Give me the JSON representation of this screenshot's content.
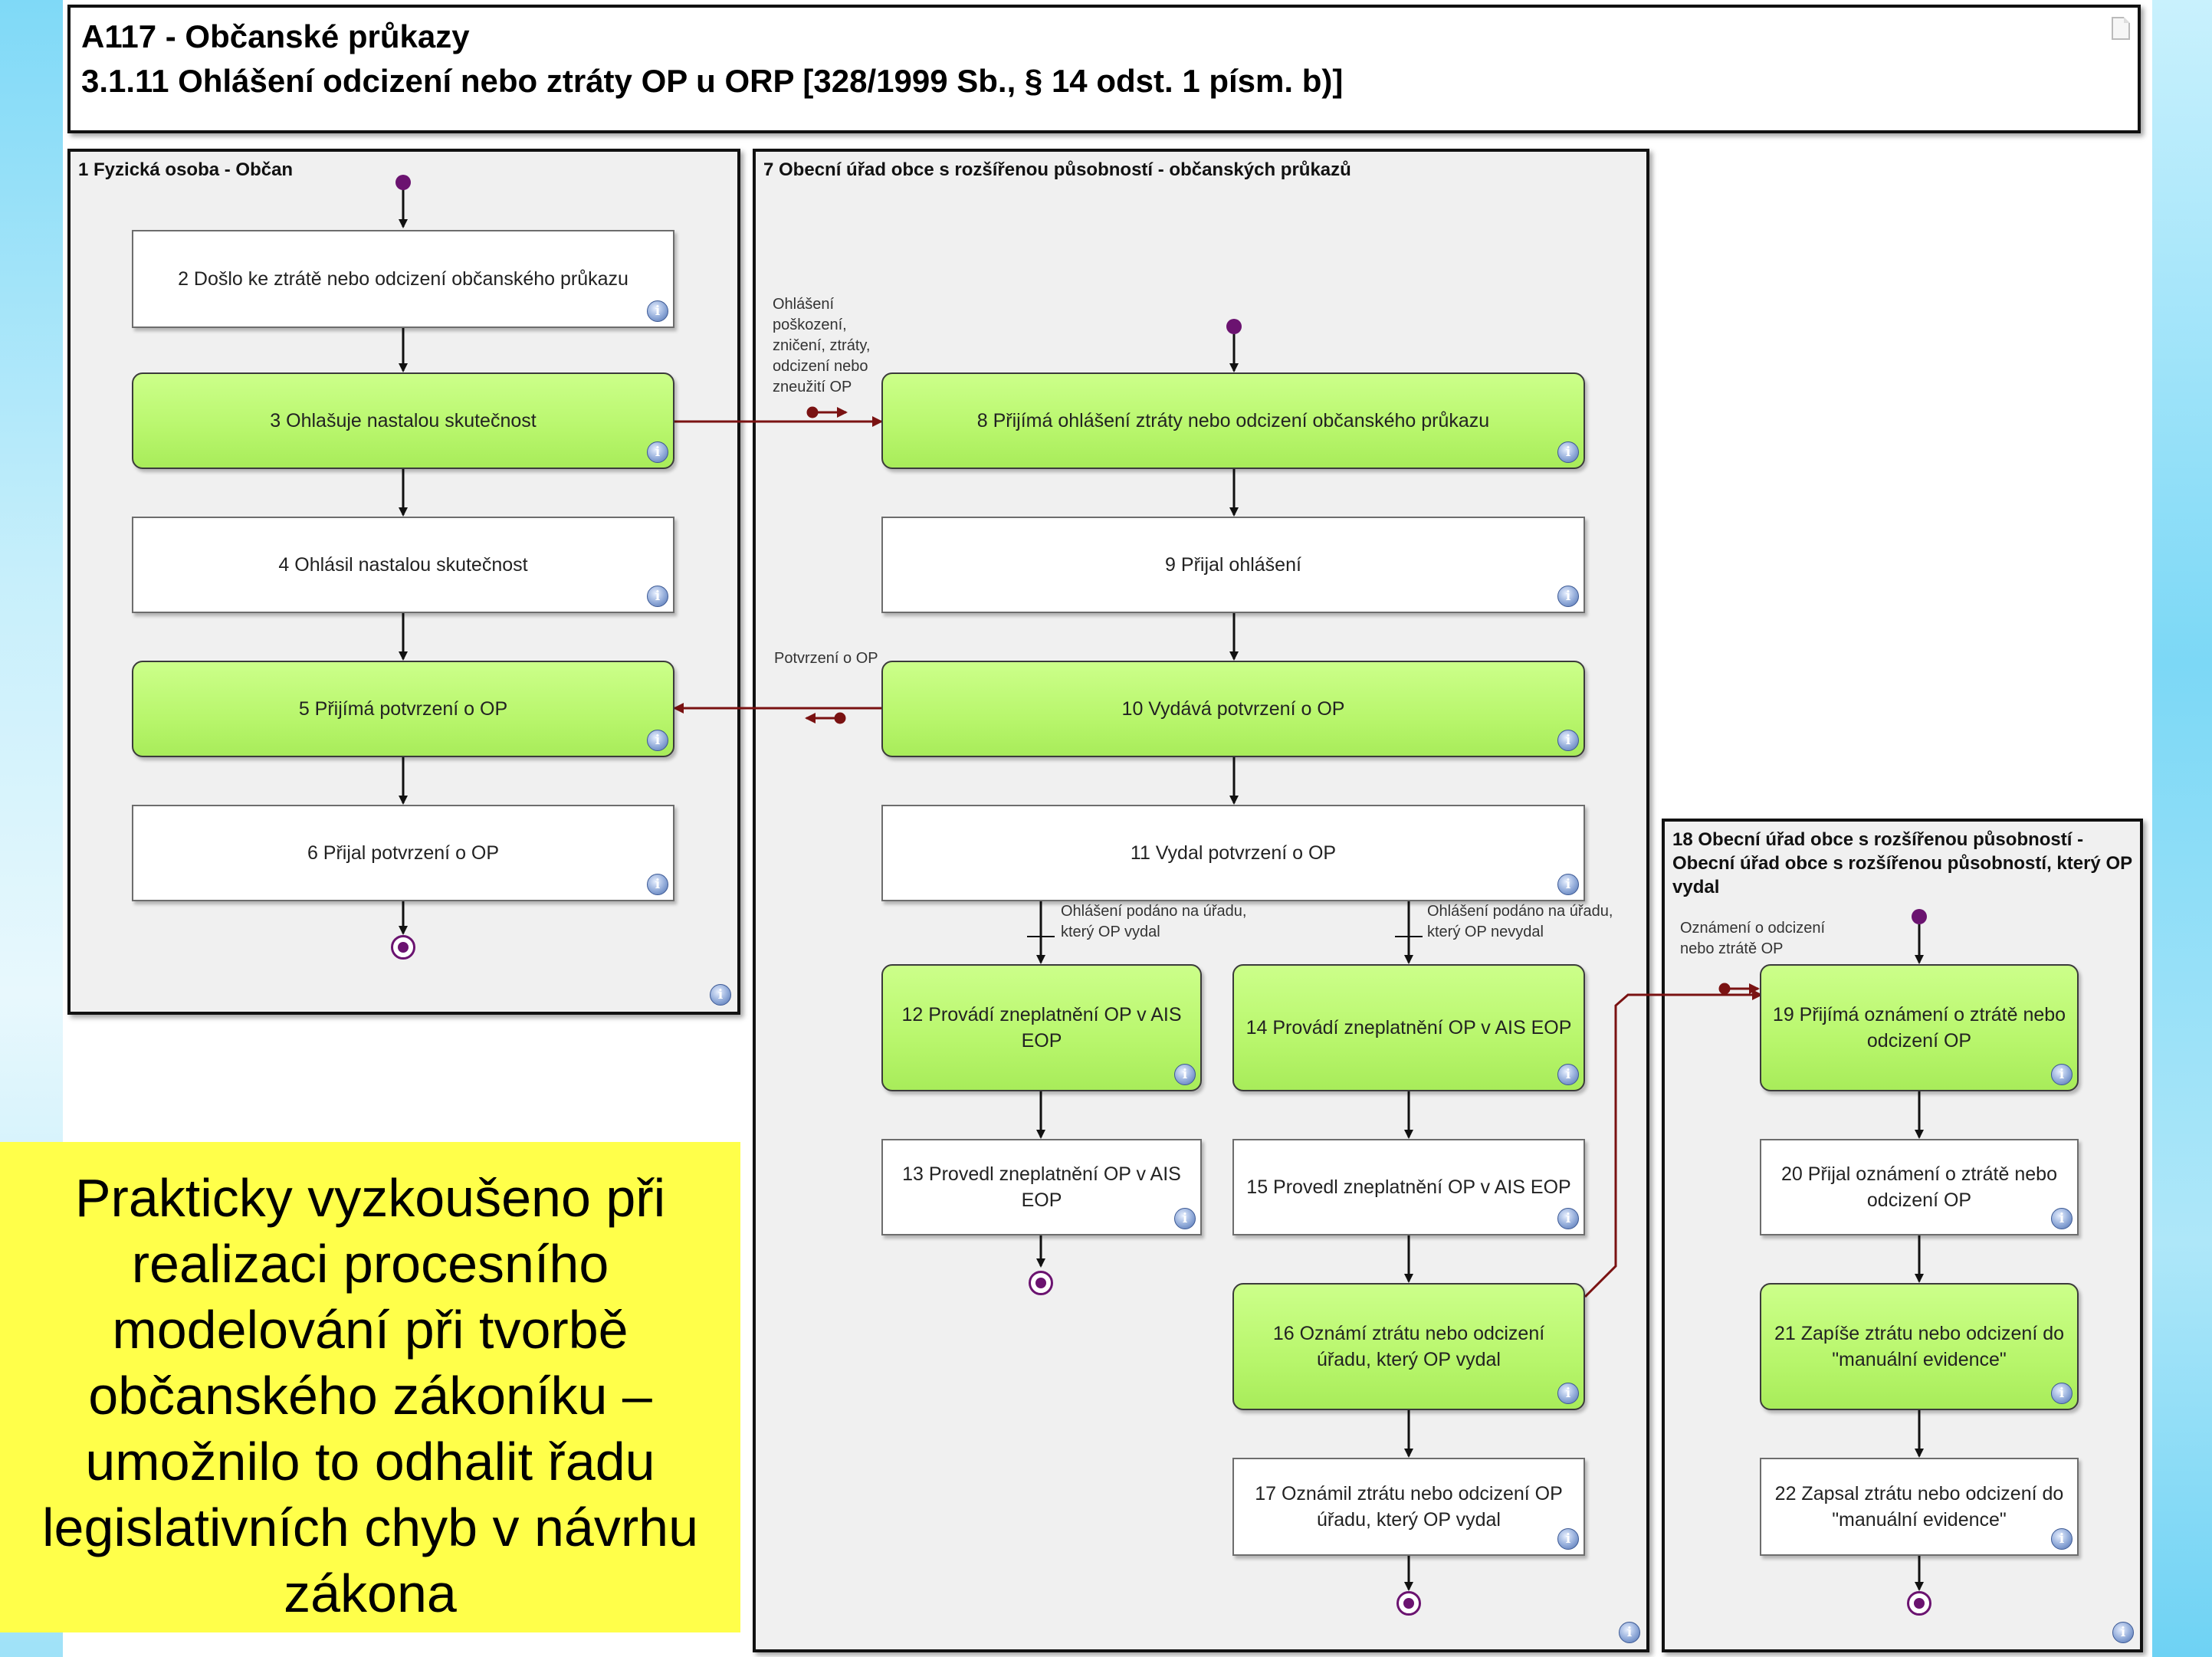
{
  "header": {
    "line1": "A117 - Občanské průkazy",
    "line2": "3.1.11 Ohlášení odcizení nebo ztráty OP u ORP [328/1999 Sb., § 14 odst. 1 písm. b)]"
  },
  "lanes": {
    "lane1": "1 Fyzická osoba - Občan",
    "lane7": "7 Obecní úřad obce s rozšířenou působností - občanských průkazů",
    "lane18": "18 Obecní úřad obce s rozšířenou působností - Obecní úřad obce s rozšířenou působností, který OP vydal"
  },
  "nodes": {
    "n2": "2 Došlo ke ztrátě nebo odcizení občanského průkazu",
    "n3": "3 Ohlašuje nastalou skutečnost",
    "n4": "4 Ohlásil nastalou skutečnost",
    "n5": "5 Přijímá potvrzení o OP",
    "n6": "6 Přijal potvrzení o OP",
    "n8": "8 Přijímá ohlášení ztráty nebo odcizení občanského průkazu",
    "n9": "9 Přijal ohlášení",
    "n10": "10 Vydává potvrzení o OP",
    "n11": "11 Vydal potvrzení o OP",
    "n12": "12 Provádí zneplatnění OP v AIS EOP",
    "n13": "13 Provedl zneplatnění OP v AIS EOP",
    "n14": "14 Provádí zneplatnění OP v AIS EOP",
    "n15": "15 Provedl zneplatnění OP v AIS EOP",
    "n16": "16 Oznámí ztrátu nebo odcizení úřadu, který OP vydal",
    "n17": "17 Oznámil ztrátu nebo odcizení OP úřadu, který OP vydal",
    "n19": "19 Přijímá oznámení o ztrátě nebo odcizení OP",
    "n20": "20 Přijal oznámení o ztrátě nebo odcizení OP",
    "n21": "21 Zapíše ztrátu nebo odcizení do \"manuální evidence\"",
    "n22": "22 Zapsal ztrátu nebo odcizení do \"manuální evidence\""
  },
  "flow_labels": {
    "msg_report": "Ohlášení poškození, zničení, ztráty, odcizení nebo zneužití OP",
    "msg_confirm": "Potvrzení o OP",
    "cond_issued": "Ohlášení podáno na úřadu, který OP vydal",
    "cond_not_issued": "Ohlášení podáno na úřadu, který OP nevydal",
    "msg_notify": "Oznámení o odcizení nebo ztrátě OP"
  },
  "info_glyph": "i",
  "note": "Prakticky vyzkoušeno při realizaci procesního modelování při tvorbě občanského zákoníku – umožnilo to odhalit řadu legislativních chyb v návrhu zákona",
  "colors": {
    "activity_green": "#b8f66c",
    "event_purple": "#6b1370",
    "message_flow": "#7a1212",
    "note_yellow": "#ffff4a"
  }
}
